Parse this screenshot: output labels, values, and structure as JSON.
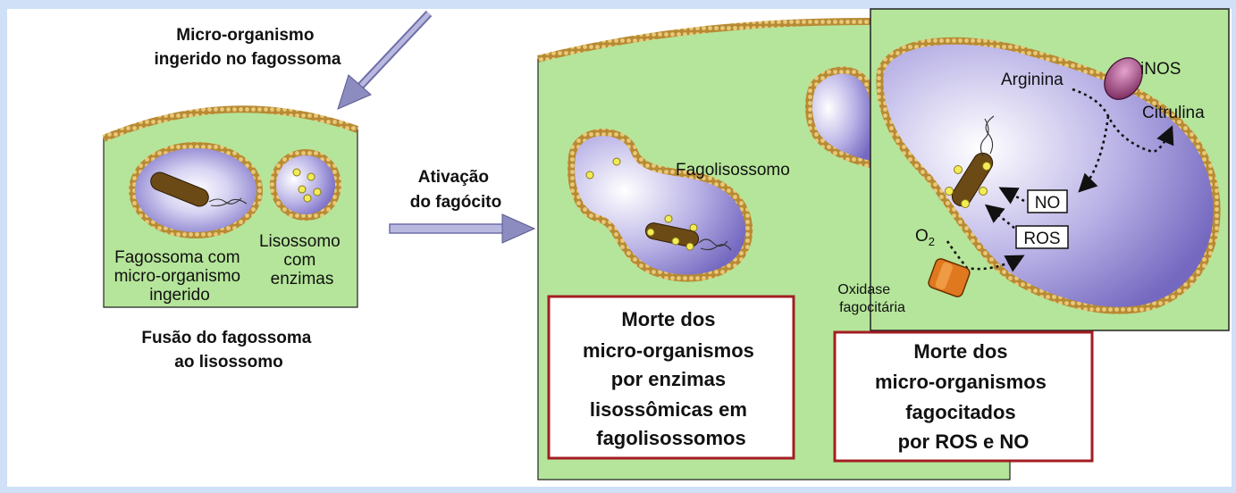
{
  "top_label": [
    "Micro-organismo",
    "ingerido no fagossoma"
  ],
  "fusion_title": [
    "Fusão do fagossoma",
    "ao lisossomo"
  ],
  "phagosome_label": [
    "Fagossoma com",
    "micro-organismo",
    "ingerido"
  ],
  "lysosome_label": [
    "Lisossomo",
    "com",
    "enzimas"
  ],
  "activation_label": [
    "Ativação",
    "do fagócito"
  ],
  "phagolysosome_label": "Fagolisossomo",
  "inset": {
    "arginina": "Arginina",
    "inos": "iNOS",
    "citrulina": "Citrulina",
    "no": "NO",
    "ros": "ROS",
    "o2": "O",
    "o2_sub": "2",
    "oxidase": [
      "Oxidase",
      "fagocitária"
    ]
  },
  "box_enzymes": [
    "Morte dos",
    "micro-organismos",
    "por enzimas",
    "lisossômicas em",
    "fagolisossomos"
  ],
  "box_ros_no": [
    "Morte dos",
    "micro-organismos",
    "fagocitados",
    "por ROS e NO"
  ],
  "colors": {
    "cytoplasm": "#b5e59a",
    "membrane": "#d9b061",
    "vacuole": "#9d95d8",
    "box_border": "#a31d22",
    "arrow": "#8c8cc0"
  }
}
